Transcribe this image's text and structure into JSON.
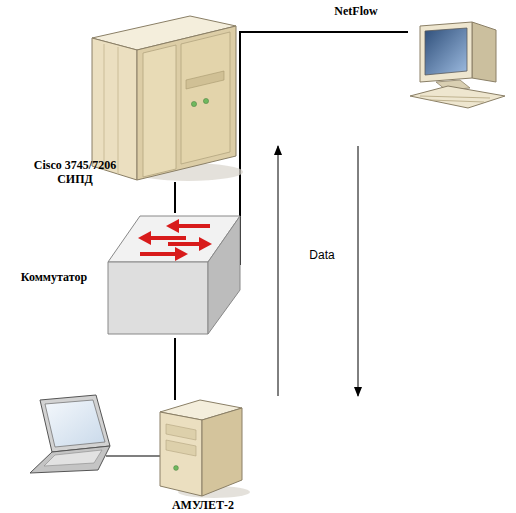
{
  "diagram": {
    "nodes": [
      {
        "text": [
          "Cisco 3745/7206 СИПД"
        ]
      },
      {
        "text": [
          "Коммутатор"
        ]
      },
      {
        "text": [
          "NetFlow"
        ]
      },
      {
        "text": [
          "АМУЛЕТ-2"
        ]
      }
    ],
    "edges": [
      {
        "from": 0,
        "to": 1,
        "arrow": "none"
      },
      {
        "from": 1,
        "to": 2,
        "arrow": "none"
      },
      {
        "from": 1,
        "to": 3,
        "arrow": "none"
      }
    ],
    "labels": [
      "Data"
    ]
  }
}
